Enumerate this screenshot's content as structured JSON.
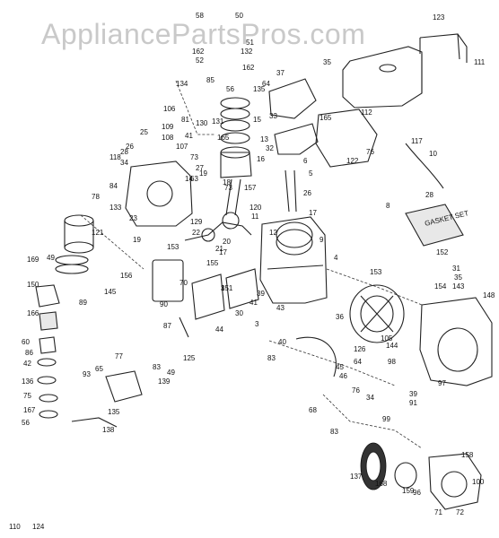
{
  "watermark": "AppliancePartsPros.com",
  "box_label": "GASKET SET",
  "labels": [
    "58",
    "50",
    "51",
    "132",
    "162",
    "52",
    "162",
    "85",
    "134",
    "56",
    "37",
    "135",
    "64",
    "35",
    "123",
    "111",
    "106",
    "109",
    "108",
    "81",
    "130",
    "131",
    "165",
    "15",
    "33",
    "112",
    "165",
    "25",
    "13",
    "32",
    "117",
    "26",
    "41",
    "107",
    "73",
    "14",
    "18",
    "19",
    "16",
    "6",
    "5",
    "10",
    "118",
    "28",
    "84",
    "34",
    "76",
    "122",
    "27",
    "63",
    "73",
    "28",
    "78",
    "133",
    "23",
    "26",
    "8",
    "121",
    "157",
    "17",
    "120",
    "11",
    "129",
    "22",
    "12",
    "9",
    "4",
    "3",
    "153",
    "21",
    "20",
    "17",
    "19",
    "152",
    "169",
    "49",
    "156",
    "155",
    "151",
    "153",
    "31",
    "35",
    "143",
    "150",
    "145",
    "154",
    "148",
    "70",
    "41",
    "39",
    "36",
    "166",
    "89",
    "90",
    "43",
    "3",
    "105",
    "60",
    "86",
    "87",
    "44",
    "30",
    "40",
    "144",
    "98",
    "126",
    "42",
    "83",
    "64",
    "39",
    "77",
    "125",
    "49",
    "45",
    "46",
    "97",
    "65",
    "68",
    "76",
    "91",
    "34",
    "99",
    "136",
    "93",
    "139",
    "83",
    "75",
    "135",
    "83",
    "167",
    "56",
    "138",
    "137",
    "158",
    "100",
    "168",
    "159",
    "96",
    "71",
    "72",
    "110",
    "124"
  ]
}
